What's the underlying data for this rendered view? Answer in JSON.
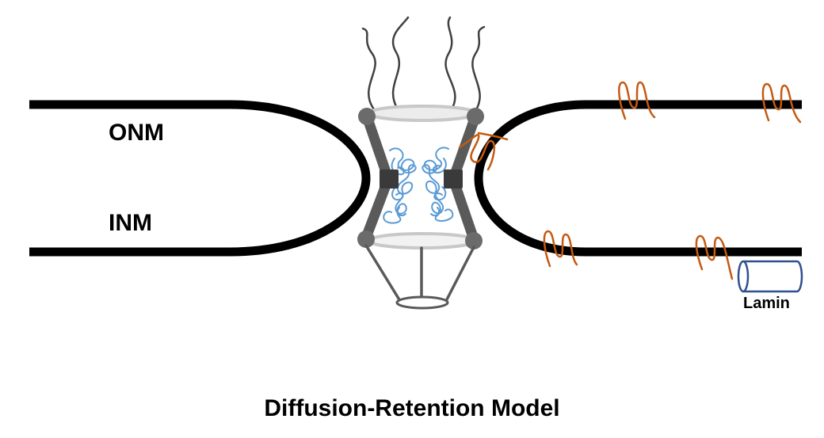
{
  "labels": {
    "onm": "ONM",
    "inm": "INM",
    "lamin": "Lamin",
    "title": "Diffusion-Retention Model"
  },
  "colors": {
    "membrane": "#000000",
    "pore_scaffold": "#5a5a5a",
    "pore_node": "#6b6b6b",
    "pore_ring": "#c8c8c8",
    "fg_repeats": "#5b9bd5",
    "inner_membrane_proteins": "#c55a11",
    "lamin": "#2f4f8f",
    "cytoplasmic_filaments": "#404040",
    "basket": "#595959"
  },
  "icons": {
    "pore": "nuclear-pore-complex-icon",
    "lamin": "lamin-cylinder-icon",
    "membrane_protein": "transmembrane-protein-icon"
  }
}
